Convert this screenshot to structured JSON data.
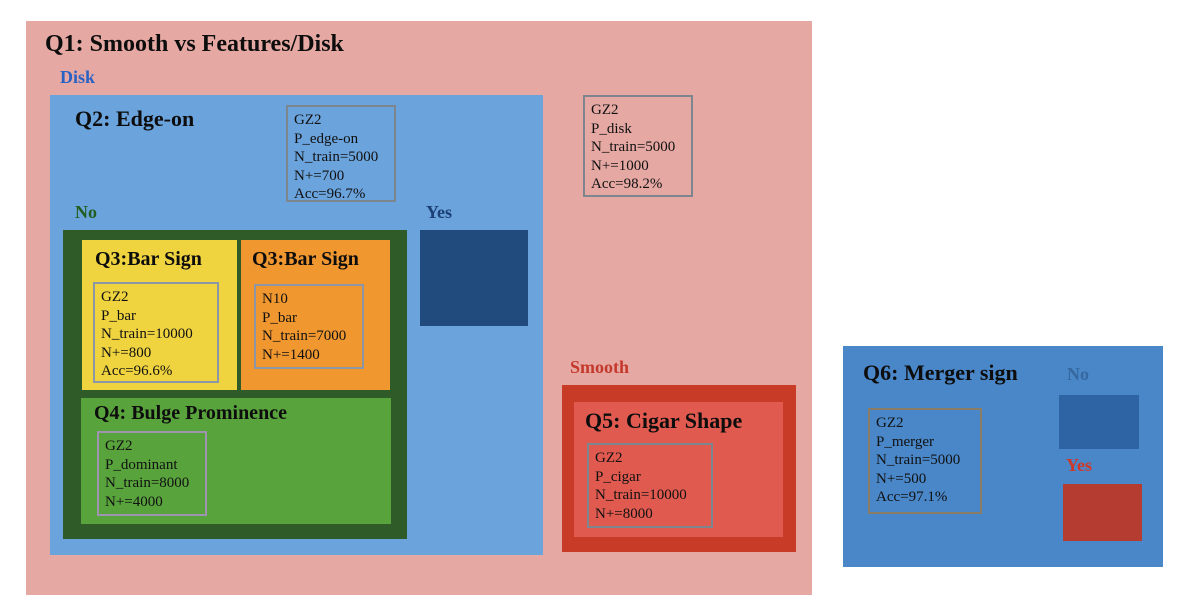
{
  "palette": {
    "q1_pink": "#e5a8a3",
    "disk_blue": "#6ba3dc",
    "edge_on_yes_navy": "#214a7d",
    "edge_on_no_dark_green": "#2e5b28",
    "bar_sign_yellow": "#efd440",
    "bar_sign_orange": "#f09730",
    "bulge_green": "#59a33d",
    "cigar_outer_red": "#c73b27",
    "cigar_inner_red": "#e05a50",
    "merger_blue": "#4a87c8",
    "merger_no_navy": "#2e64a4",
    "merger_yes_red": "#b43c31",
    "disk_label_blue": "#2a62c4",
    "no_label_green": "#225d20",
    "yes_label_navy": "#1c3f75",
    "smooth_label_red": "#c4392b",
    "merger_no_label": "#35689f",
    "merger_yes_label": "#ce3829"
  },
  "q1": {
    "title": "Q1: Smooth vs Features/Disk",
    "branch_disk": "Disk",
    "branch_smooth": "Smooth",
    "disk_info": [
      "GZ2",
      "P_disk",
      "N_train=5000",
      "N+=1000",
      "Acc=98.2%"
    ]
  },
  "q2": {
    "title": "Q2: Edge-on",
    "branch_no": "No",
    "branch_yes": "Yes",
    "info": [
      "GZ2",
      "P_edge-on",
      "N_train=5000",
      "N+=700",
      "Acc=96.7%"
    ]
  },
  "q3_left": {
    "title": "Q3:Bar Sign",
    "info": [
      "GZ2",
      "P_bar",
      "N_train=10000",
      "N+=800",
      "Acc=96.6%"
    ]
  },
  "q3_right": {
    "title": "Q3:Bar Sign",
    "info": [
      "N10",
      "P_bar",
      "N_train=7000",
      "N+=1400"
    ]
  },
  "q4": {
    "title": "Q4: Bulge Prominence",
    "info": [
      "GZ2",
      "P_dominant",
      "N_train=8000",
      "N+=4000"
    ]
  },
  "q5": {
    "title": "Q5: Cigar Shape",
    "info": [
      "GZ2",
      "P_cigar",
      "N_train=10000",
      "N+=8000"
    ]
  },
  "q6": {
    "title": "Q6: Merger sign",
    "branch_no": "No",
    "branch_yes": "Yes",
    "info": [
      "GZ2",
      "P_merger",
      "N_train=5000",
      "N+=500",
      "Acc=97.1%"
    ]
  }
}
